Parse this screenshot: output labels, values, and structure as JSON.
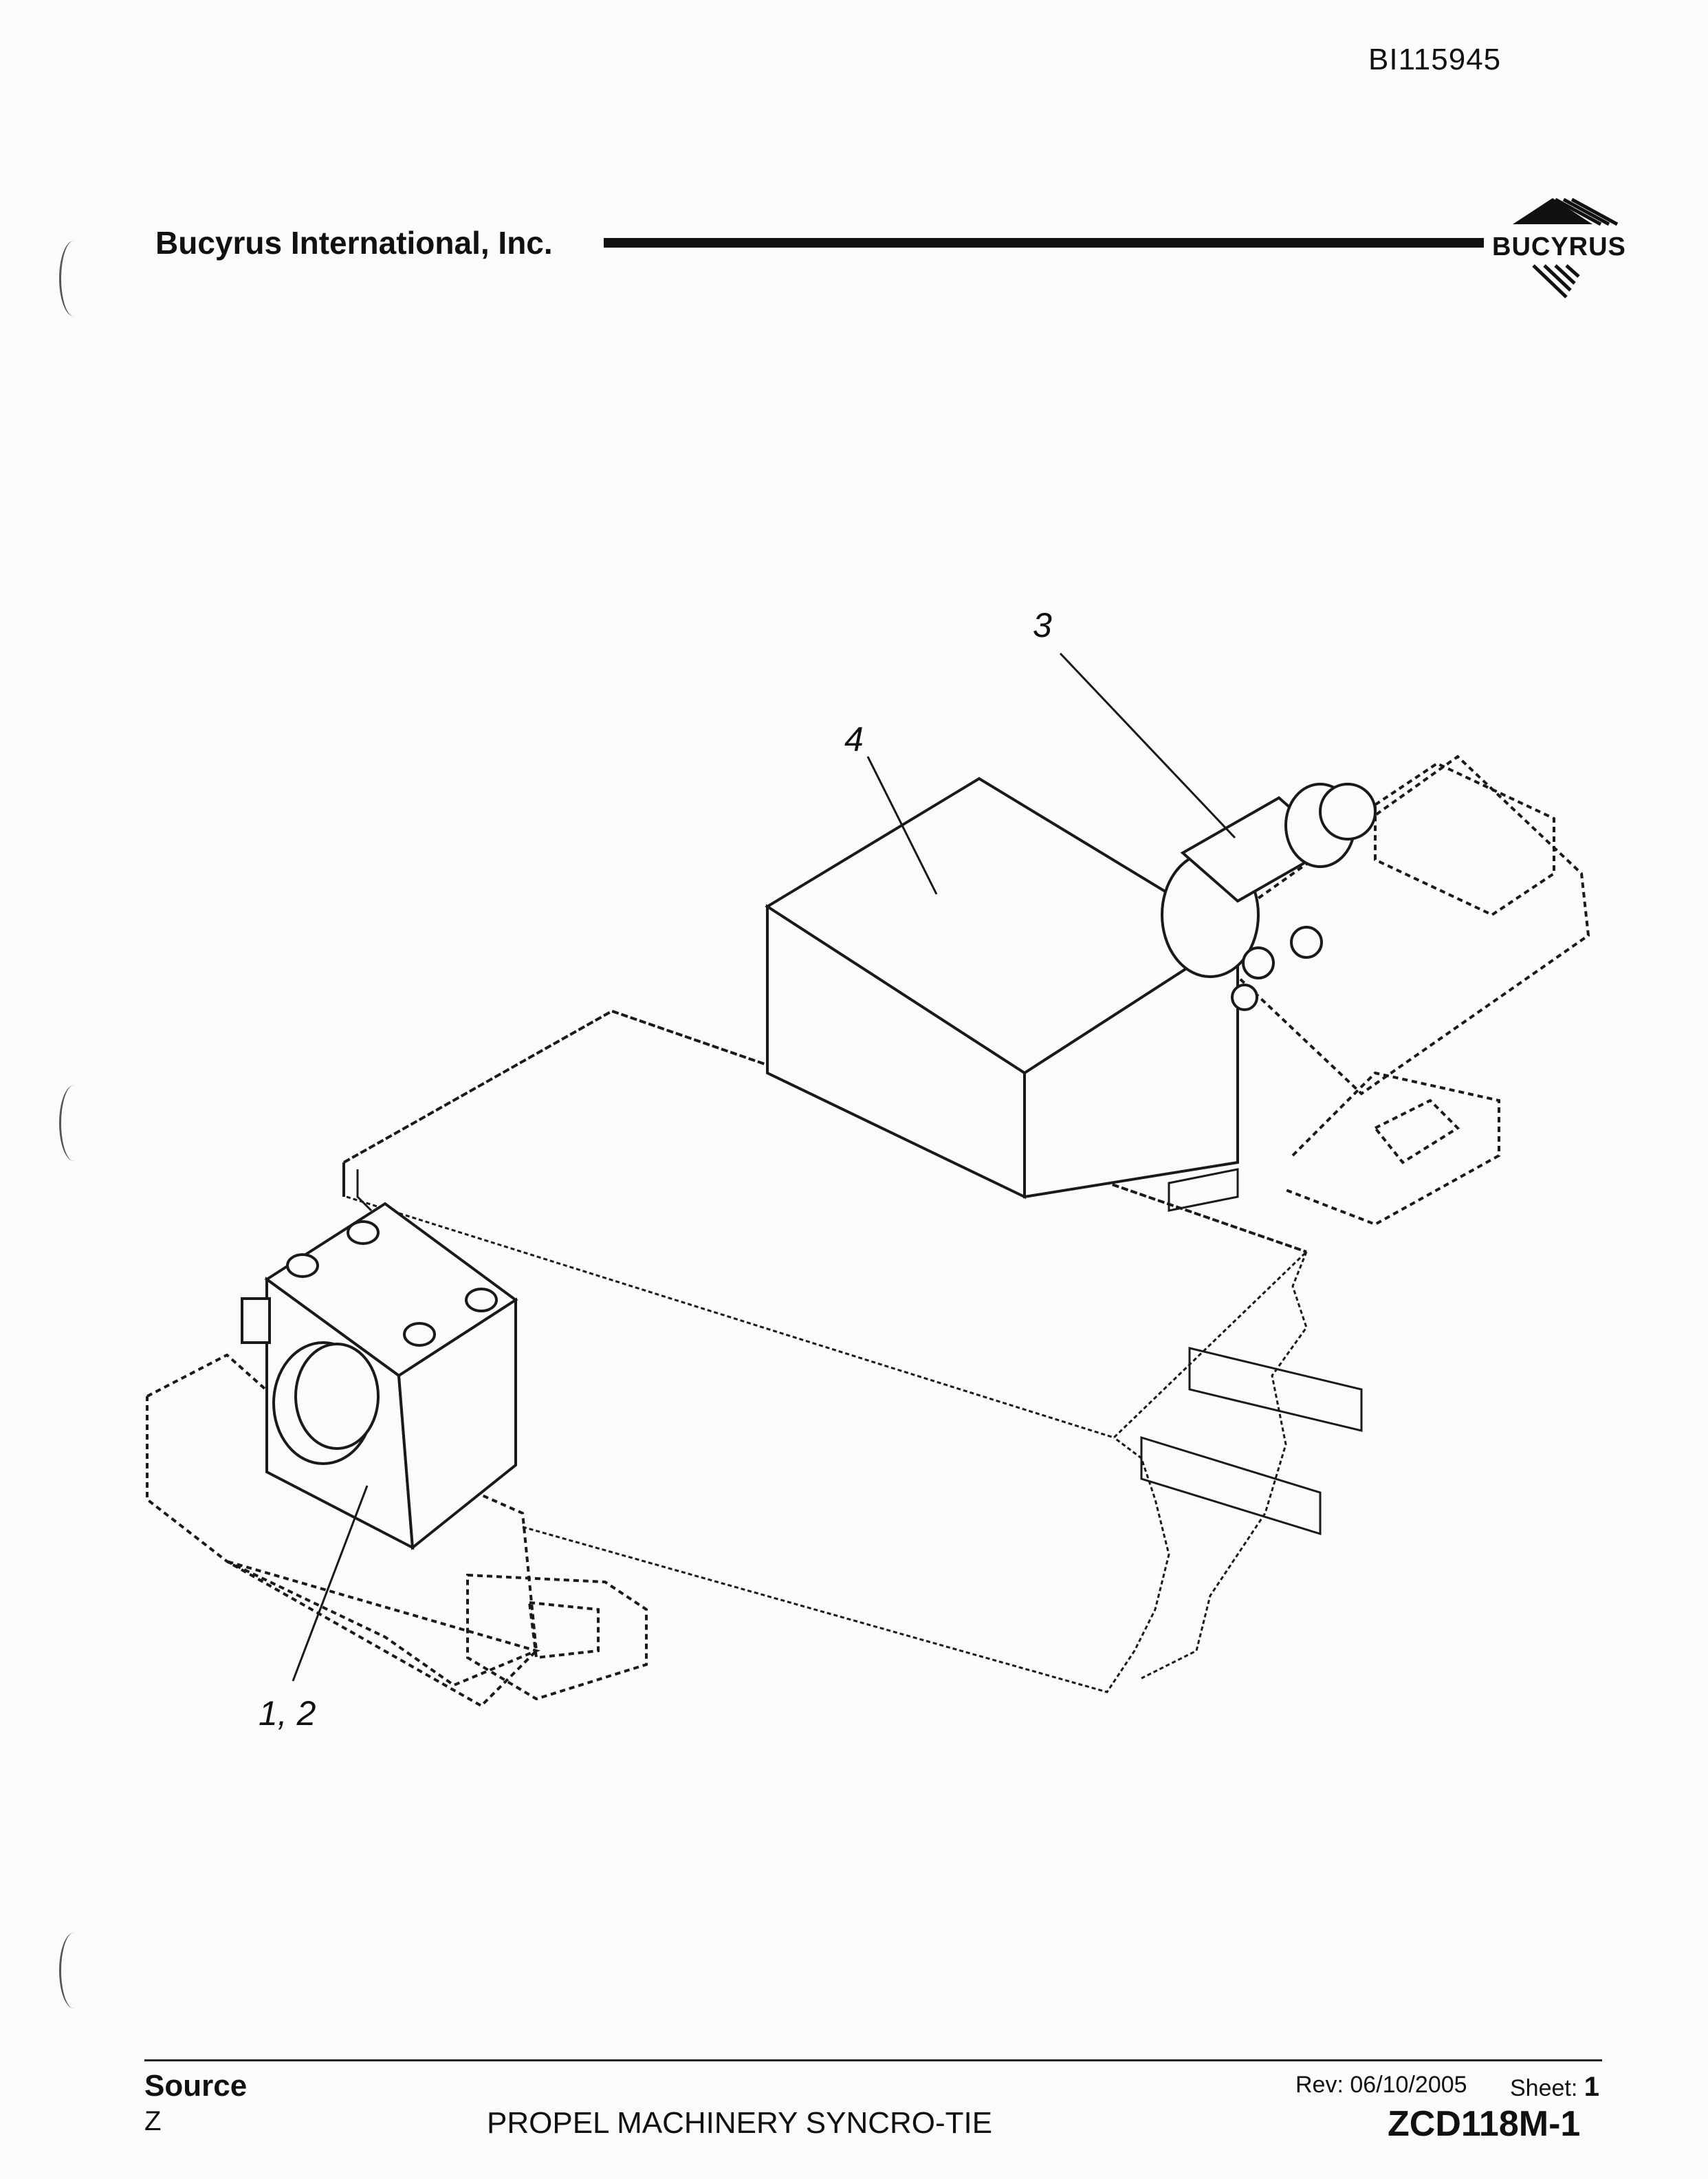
{
  "document": {
    "doc_number": "BI115945",
    "company": "Bucyrus International, Inc.",
    "logo_text": "BUCYRUS"
  },
  "callouts": {
    "item_3": "3",
    "item_4": "4",
    "item_1_2": "1, 2"
  },
  "footer": {
    "source_label": "Source",
    "source_value": "Z",
    "title": "PROPEL MACHINERY SYNCRO-TIE",
    "rev_label": "Rev:",
    "rev_date": "06/10/2005",
    "sheet_label": "Sheet:",
    "sheet_number": "1",
    "drawing_number": "ZCD118M-1"
  }
}
